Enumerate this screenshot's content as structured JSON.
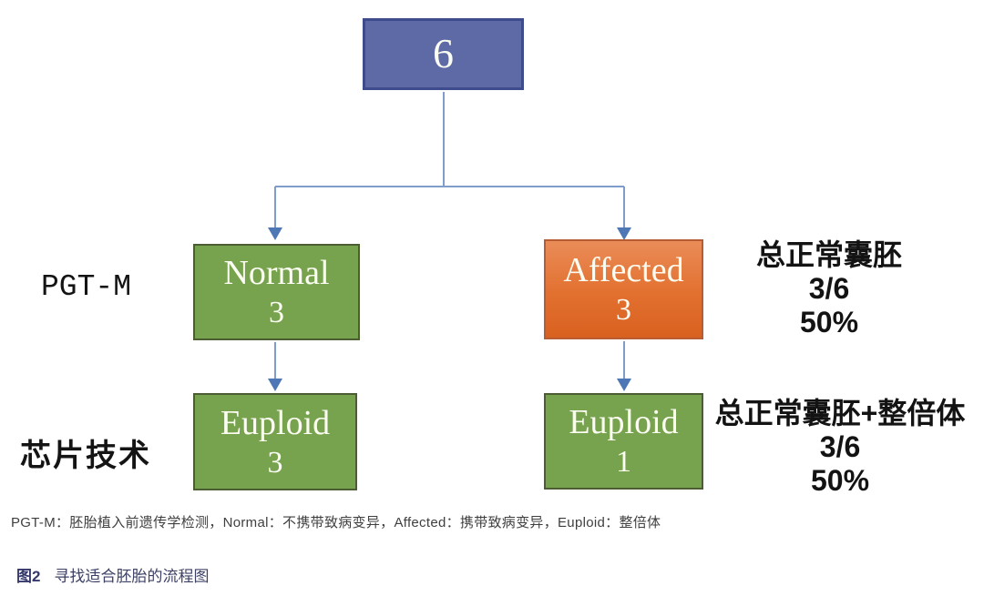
{
  "figure": {
    "caption_label": "图2",
    "caption_text": "寻找适合胚胎的流程图",
    "footnote": "PGT-M：胚胎植入前遗传学检测，Normal：不携带致病变异，Affected：携带致病变异，Euploid：整倍体"
  },
  "flowchart": {
    "root": {
      "value": "6"
    },
    "row_labels": [
      {
        "id": "pgt-m",
        "text": "PGT-M"
      },
      {
        "id": "chip-tech",
        "text": "芯片技术"
      }
    ],
    "nodes": [
      {
        "id": "normal",
        "label": "Normal",
        "count": "3",
        "color": "green"
      },
      {
        "id": "affected",
        "label": "Affected",
        "count": "3",
        "color": "orange"
      },
      {
        "id": "euploid-left",
        "label": "Euploid",
        "count": "3",
        "color": "green"
      },
      {
        "id": "euploid-right",
        "label": "Euploid",
        "count": "1",
        "color": "green"
      }
    ],
    "annotations": [
      {
        "title": "总正常囊胚",
        "fraction": "3/6",
        "percent": "50%"
      },
      {
        "title": "总正常囊胚+整倍体",
        "fraction": "3/6",
        "percent": "50%"
      }
    ]
  },
  "colors": {
    "node_blue": "#5d6aa6",
    "node_blue_border": "#3e4b8c",
    "node_green": "#77a24e",
    "node_green_border": "#4c5c33",
    "node_orange": "#e2702f",
    "node_orange_border": "#b85c33",
    "connector": "#7e9dcb",
    "arrow": "#4e77b5",
    "caption_navy": "#34386a"
  }
}
